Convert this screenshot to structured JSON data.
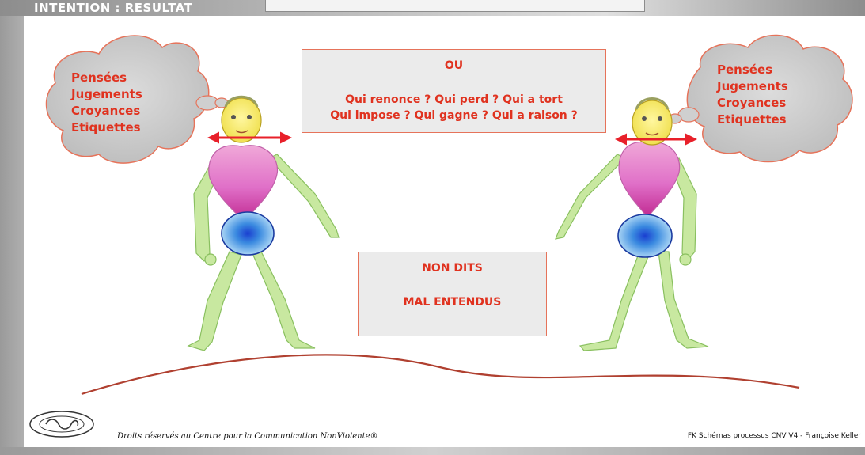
{
  "header": {
    "title": "INTENTION : RESULTAT"
  },
  "thought_left": [
    "Pensées",
    "Jugements",
    "Croyances",
    "Etiquettes"
  ],
  "thought_right": [
    "Pensées",
    "Jugements",
    "Croyances",
    "Etiquettes"
  ],
  "box_top": {
    "heading": "OU",
    "line1": "Qui renonce ? Qui perd ? Qui a tort",
    "line2": "Qui impose ? Qui gagne ? Qui a raison ?"
  },
  "box_bottom": {
    "line1": "NON DITS",
    "line2": "MAL ENTENDUS"
  },
  "footer": {
    "copyright": "Droits réservés au Centre pour la Communication NonViolente®",
    "credit": "FK Schémas processus CNV V4 - Françoise Keller"
  },
  "colors": {
    "accent": "#e0321f",
    "box_border": "#e6735a",
    "arrow": "#e8202a",
    "limbs": "#c8e8a0",
    "heart": "#d94fb5",
    "belly": "#2a78d8"
  }
}
